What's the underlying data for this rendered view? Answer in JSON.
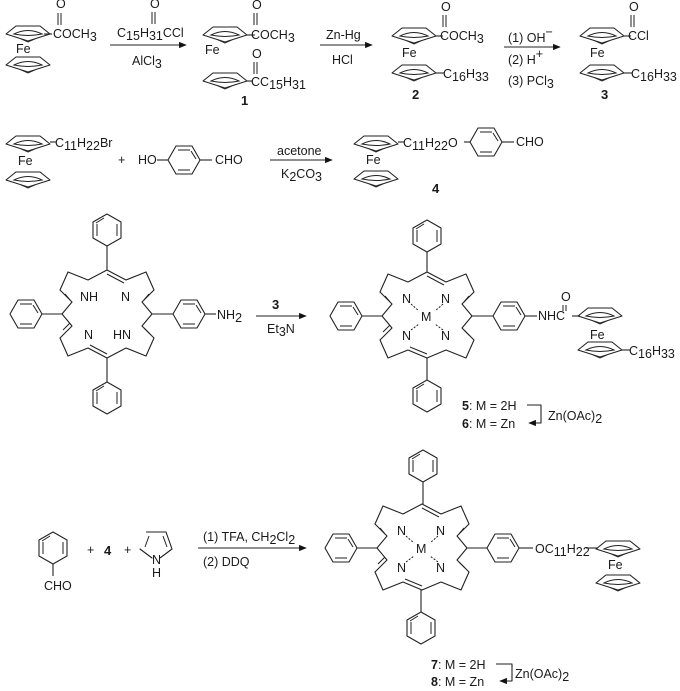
{
  "scheme": {
    "row1": {
      "start": {
        "substituent": "COCH",
        "sub3": "3",
        "carbonyl_o": "O",
        "fe": "Fe"
      },
      "step1": {
        "reagent_top": "C",
        "reagent_top_s1": "15",
        "reagent_top_h": "H",
        "reagent_top_s2": "31",
        "reagent_top_tail": "CCl",
        "reagent_top_o": "O",
        "reagent_bottom": "AlCl",
        "reagent_bottom_sub": "3"
      },
      "cpd1": {
        "label": "1",
        "top_sub": "COCH",
        "top_sub3": "3",
        "top_o": "O",
        "fe": "Fe",
        "bottom_sub": "CC",
        "bottom_s1": "15",
        "bottom_h": "H",
        "bottom_s2": "31",
        "bottom_o": "O"
      },
      "step2": {
        "reagent_top": "Zn-Hg",
        "reagent_bottom": "HCl"
      },
      "cpd2": {
        "label": "2",
        "top_sub": "COCH",
        "top_sub3": "3",
        "top_o": "O",
        "fe": "Fe",
        "bottom_sub": "C",
        "bottom_s1": "16",
        "bottom_h": "H",
        "bottom_s2": "33"
      },
      "step3": {
        "line1": "(1) OH",
        "line1_sup": "−",
        "line2": "(2) H",
        "line2_sup": "+",
        "line3": "(3) PCl",
        "line3_sub": "3"
      },
      "cpd3": {
        "label": "3",
        "top_sub": "CCl",
        "top_o": "O",
        "fe": "Fe",
        "bottom_sub": "C",
        "bottom_s1": "16",
        "bottom_h": "H",
        "bottom_s2": "33"
      }
    },
    "row2": {
      "reactant_a": {
        "substituent": "C",
        "s1": "11",
        "h": "H",
        "s2": "22",
        "tail": "Br",
        "fe": "Fe"
      },
      "plus": "+",
      "reactant_b": {
        "left": "HO",
        "right": "CHO"
      },
      "step": {
        "reagent_top": "acetone",
        "reagent_bottom": "K",
        "reagent_bottom_s1": "2",
        "reagent_bottom_tail": "CO",
        "reagent_bottom_s2": "3"
      },
      "cpd4": {
        "label": "4",
        "chain": "C",
        "s1": "11",
        "h": "H",
        "s2": "22",
        "o": "O",
        "right": "CHO",
        "fe": "Fe"
      }
    },
    "row3": {
      "porphyrin_start": {
        "nh_top": "NH",
        "n_top": "N",
        "n_bottom": "N",
        "hn_bottom": "HN",
        "amine": "NH",
        "amine_sub": "2"
      },
      "step": {
        "reagent_top": "3",
        "reagent_bottom": "Et",
        "reagent_bottom_sub": "3",
        "reagent_bottom_tail": "N"
      },
      "product": {
        "n1": "N",
        "n2": "N",
        "n3": "N",
        "n4": "N",
        "metal": "M",
        "amide": "NHC",
        "amide_o": "O",
        "fe": "Fe",
        "tail": "C",
        "s1": "16",
        "h": "H",
        "s2": "33"
      },
      "labels": {
        "cpd5_num": "5",
        "cpd5_text": ": M = 2H",
        "cpd6_num": "6",
        "cpd6_text": ": M = Zn",
        "reagent": "Zn(OAc)",
        "reagent_sub": "2"
      }
    },
    "row4": {
      "benzaldehyde": {
        "cho": "CHO"
      },
      "plus1": "+",
      "cpd4_ref": "4",
      "plus2": "+",
      "pyrrole": {
        "n": "N",
        "h": "H"
      },
      "step": {
        "line1": "(1) TFA, CH",
        "line1_s1": "2",
        "line1_mid": "Cl",
        "line1_s2": "2",
        "line2": "(2) DDQ"
      },
      "product": {
        "n1": "N",
        "n2": "N",
        "n3": "N",
        "n4": "N",
        "metal": "M",
        "chain": "OC",
        "s1": "11",
        "h": "H",
        "s2": "22",
        "fe": "Fe"
      },
      "labels": {
        "cpd7_num": "7",
        "cpd7_text": ": M = 2H",
        "cpd8_num": "8",
        "cpd8_text": ": M = Zn",
        "reagent": "Zn(OAc)",
        "reagent_sub": "2"
      }
    }
  }
}
